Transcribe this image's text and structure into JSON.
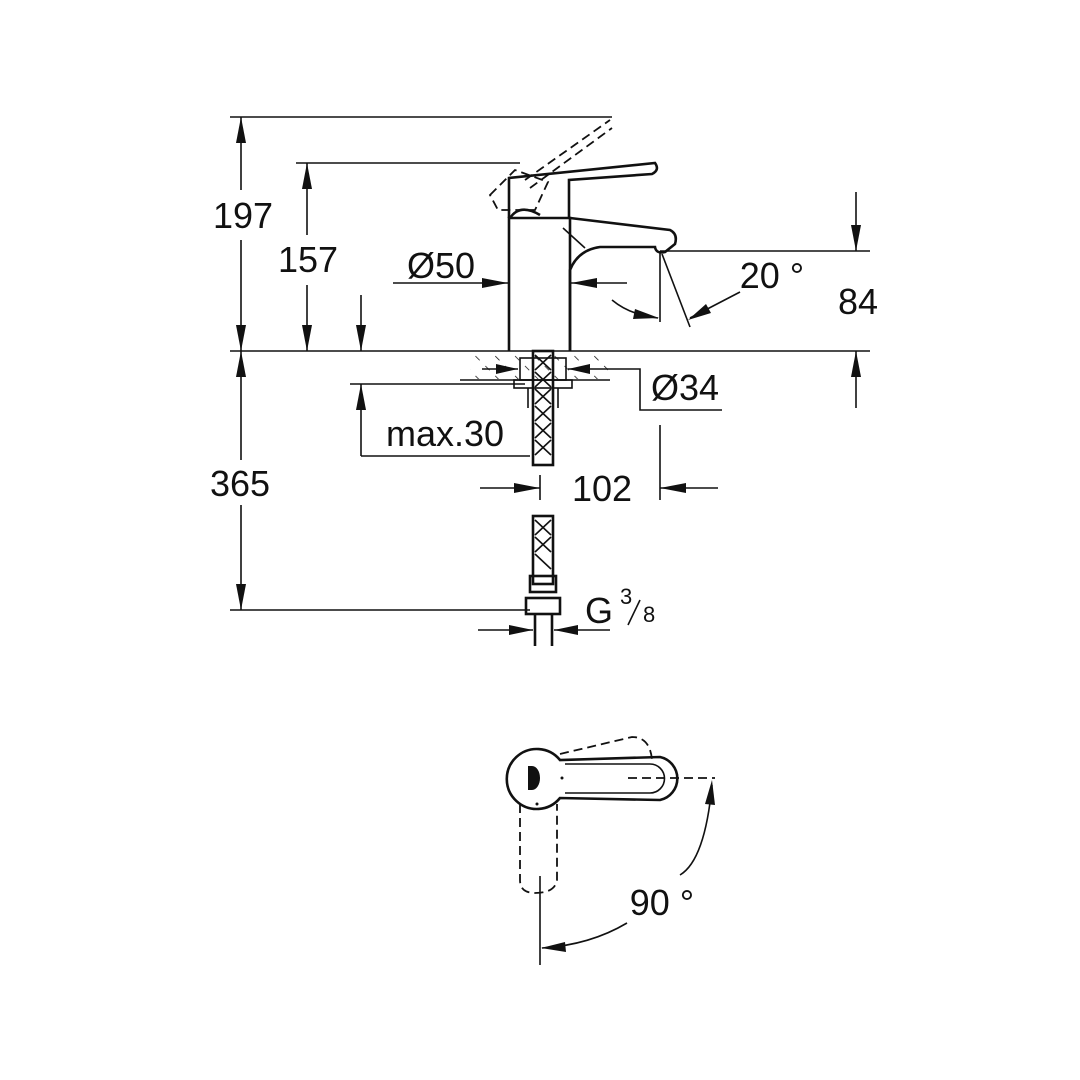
{
  "dimensions": {
    "total_height": "197",
    "lever_height": "157",
    "below_deck": "365",
    "body_diameter": "Ø50",
    "spout_height": "84",
    "spout_angle": "20 °",
    "hole_diameter": "Ø34",
    "deck_thickness": "max.30",
    "spout_reach": "102",
    "connection_thread": "G",
    "thread_num": "3",
    "thread_den": "8",
    "rotation_angle": "90 °"
  },
  "colors": {
    "line": "#111111",
    "background": "#ffffff"
  }
}
